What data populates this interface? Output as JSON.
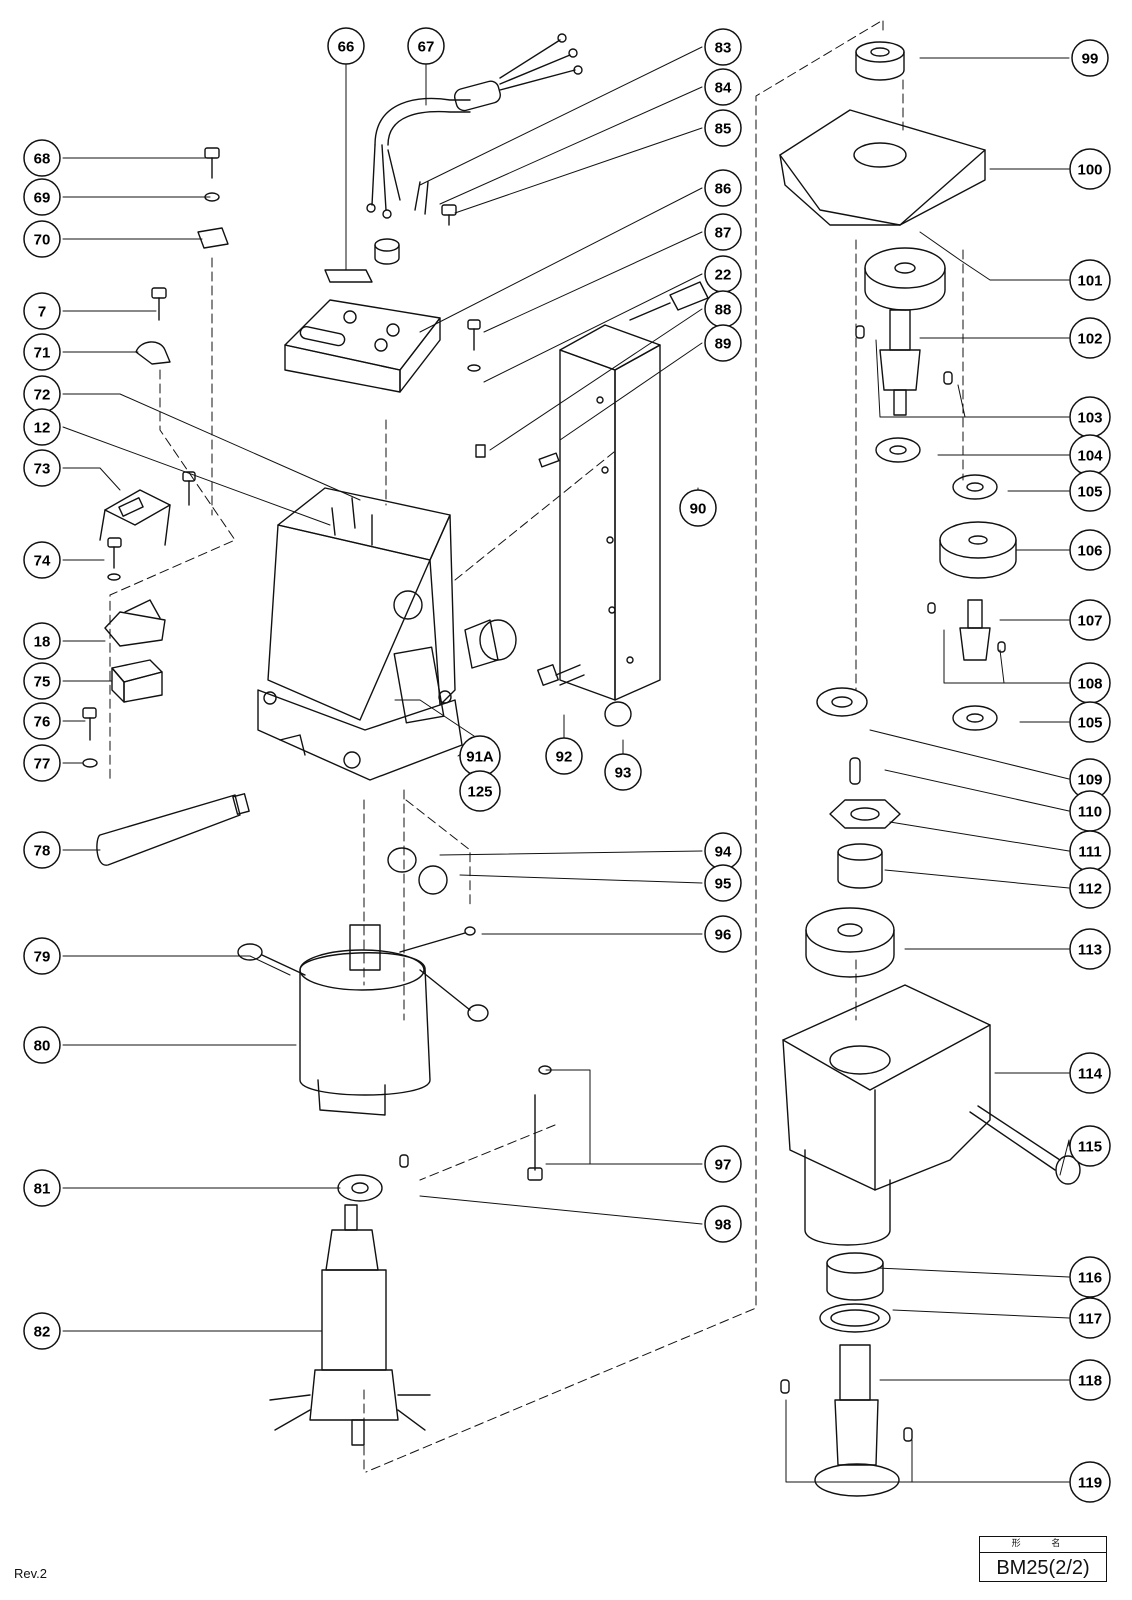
{
  "callouts": [
    "66",
    "67",
    "68",
    "69",
    "70",
    "7",
    "71",
    "72",
    "12",
    "73",
    "74",
    "18",
    "75",
    "76",
    "77",
    "78",
    "79",
    "80",
    "81",
    "82",
    "83",
    "84",
    "85",
    "86",
    "87",
    "22",
    "88",
    "89",
    "90",
    "91A",
    "92",
    "93",
    "125",
    "94",
    "95",
    "96",
    "97",
    "98",
    "99",
    "100",
    "101",
    "102",
    "103",
    "104",
    "105",
    "106",
    "107",
    "108",
    "105",
    "109",
    "110",
    "111",
    "112",
    "113",
    "114",
    "115",
    "116",
    "117",
    "118",
    "119"
  ],
  "title_block": {
    "header": "形 名",
    "model": "BM25(2/2)"
  },
  "revision": "Rev.2"
}
